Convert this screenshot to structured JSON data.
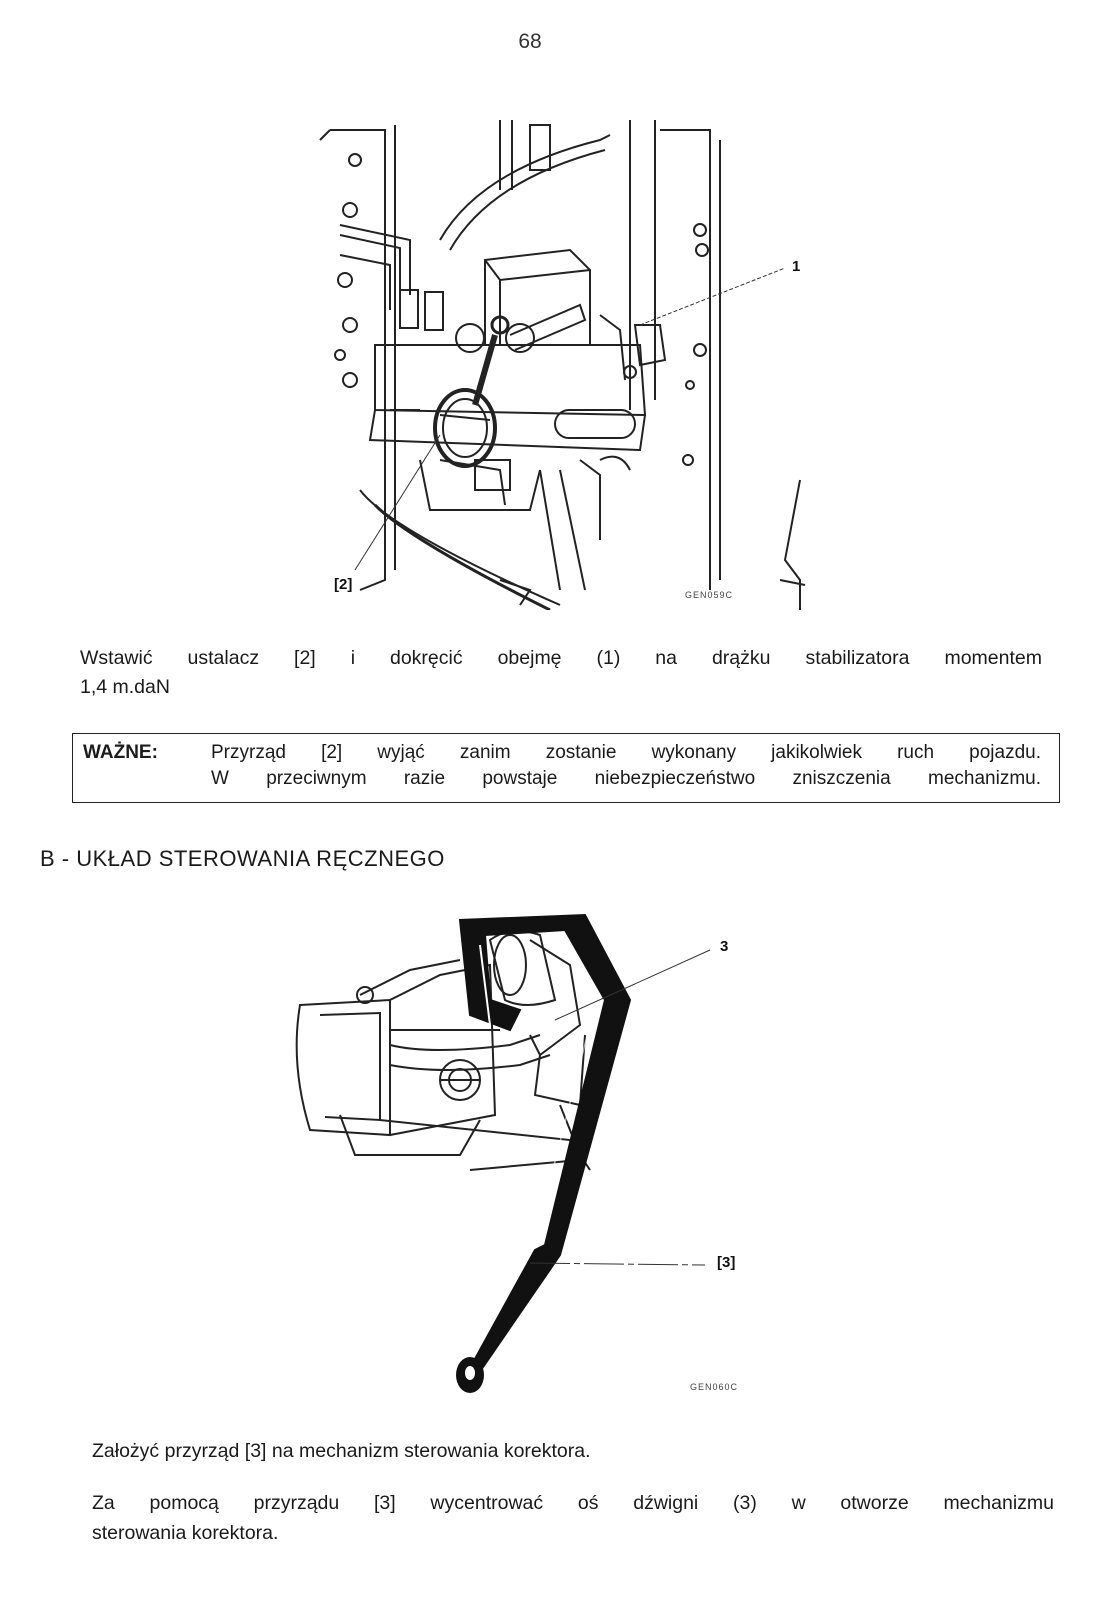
{
  "page": {
    "number": "68"
  },
  "figure1": {
    "label_1": "1",
    "label_2": "[2]",
    "code": "GEN059C"
  },
  "para1": {
    "line1": "Wstawić ustalacz [2] i dokręcić obejmę (1) na drążku stabilizatora momentem",
    "line2": "1,4 m.daN"
  },
  "note": {
    "label": "WAŻNE:",
    "line1": "Przyrząd [2] wyjąć zanim zostanie wykonany jakikolwiek ruch pojazdu.",
    "line2": "W przeciwnym razie powstaje niebezpieczeństwo zniszczenia mechanizmu."
  },
  "section": {
    "heading": "B - UKŁAD STEROWANIA RĘCZNEGO"
  },
  "figure2": {
    "label_3": "3",
    "label_3b": "[3]",
    "code": "GEN060C"
  },
  "para2": {
    "text": "Założyć przyrząd [3] na mechanizm sterowania korektora."
  },
  "para3": {
    "line1": "Za pomocą przyrządu [3] wycentrować oś dźwigni (3) w otworze mechanizmu",
    "line2": "sterowania korektora."
  }
}
